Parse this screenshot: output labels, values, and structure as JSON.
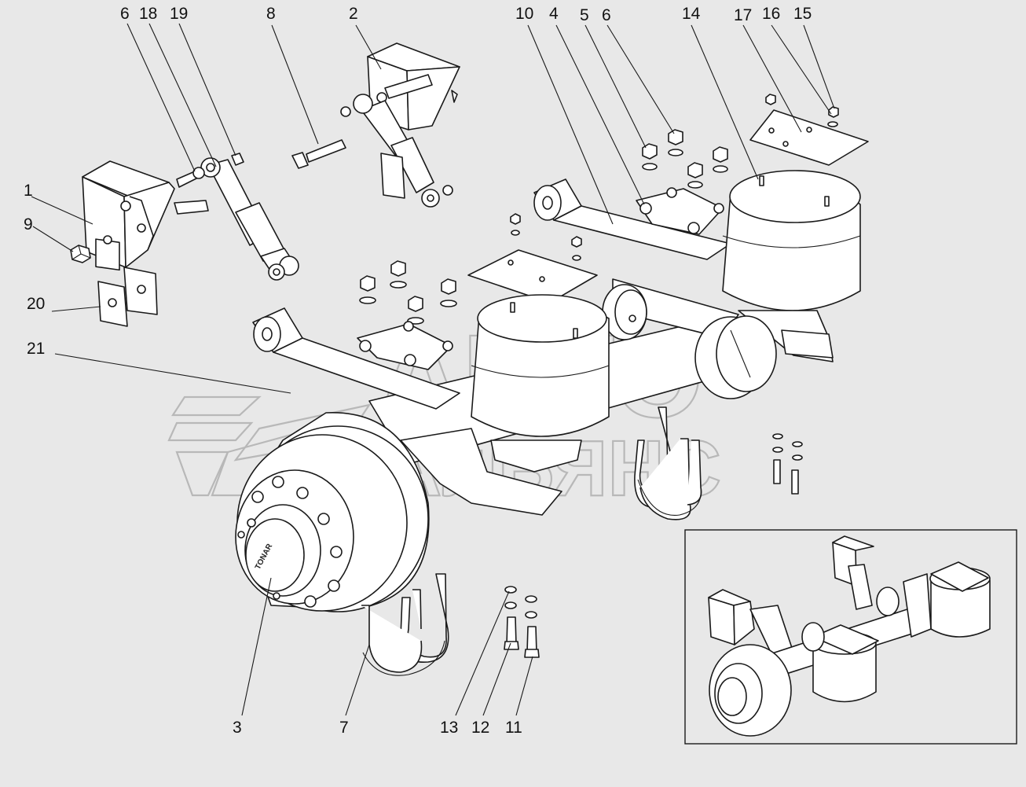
{
  "callouts": {
    "c1": "1",
    "c2": "2",
    "c3": "3",
    "c4": "4",
    "c5": "5",
    "c6a": "6",
    "c6b": "6",
    "c7": "7",
    "c8": "8",
    "c9": "9",
    "c10": "10",
    "c11": "11",
    "c12": "12",
    "c13": "13",
    "c14": "14",
    "c15": "15",
    "c16": "16",
    "c17": "17",
    "c18": "18",
    "c19": "19",
    "c20": "20",
    "c21": "21"
  },
  "hub_cap_label": "TONAR",
  "watermark": {
    "line1": "АВТО",
    "line2": "АЛЬЯНС"
  },
  "colors": {
    "background": "#e8e8e8",
    "line": "#1a1a1a",
    "watermark": "#b8b8b8"
  }
}
